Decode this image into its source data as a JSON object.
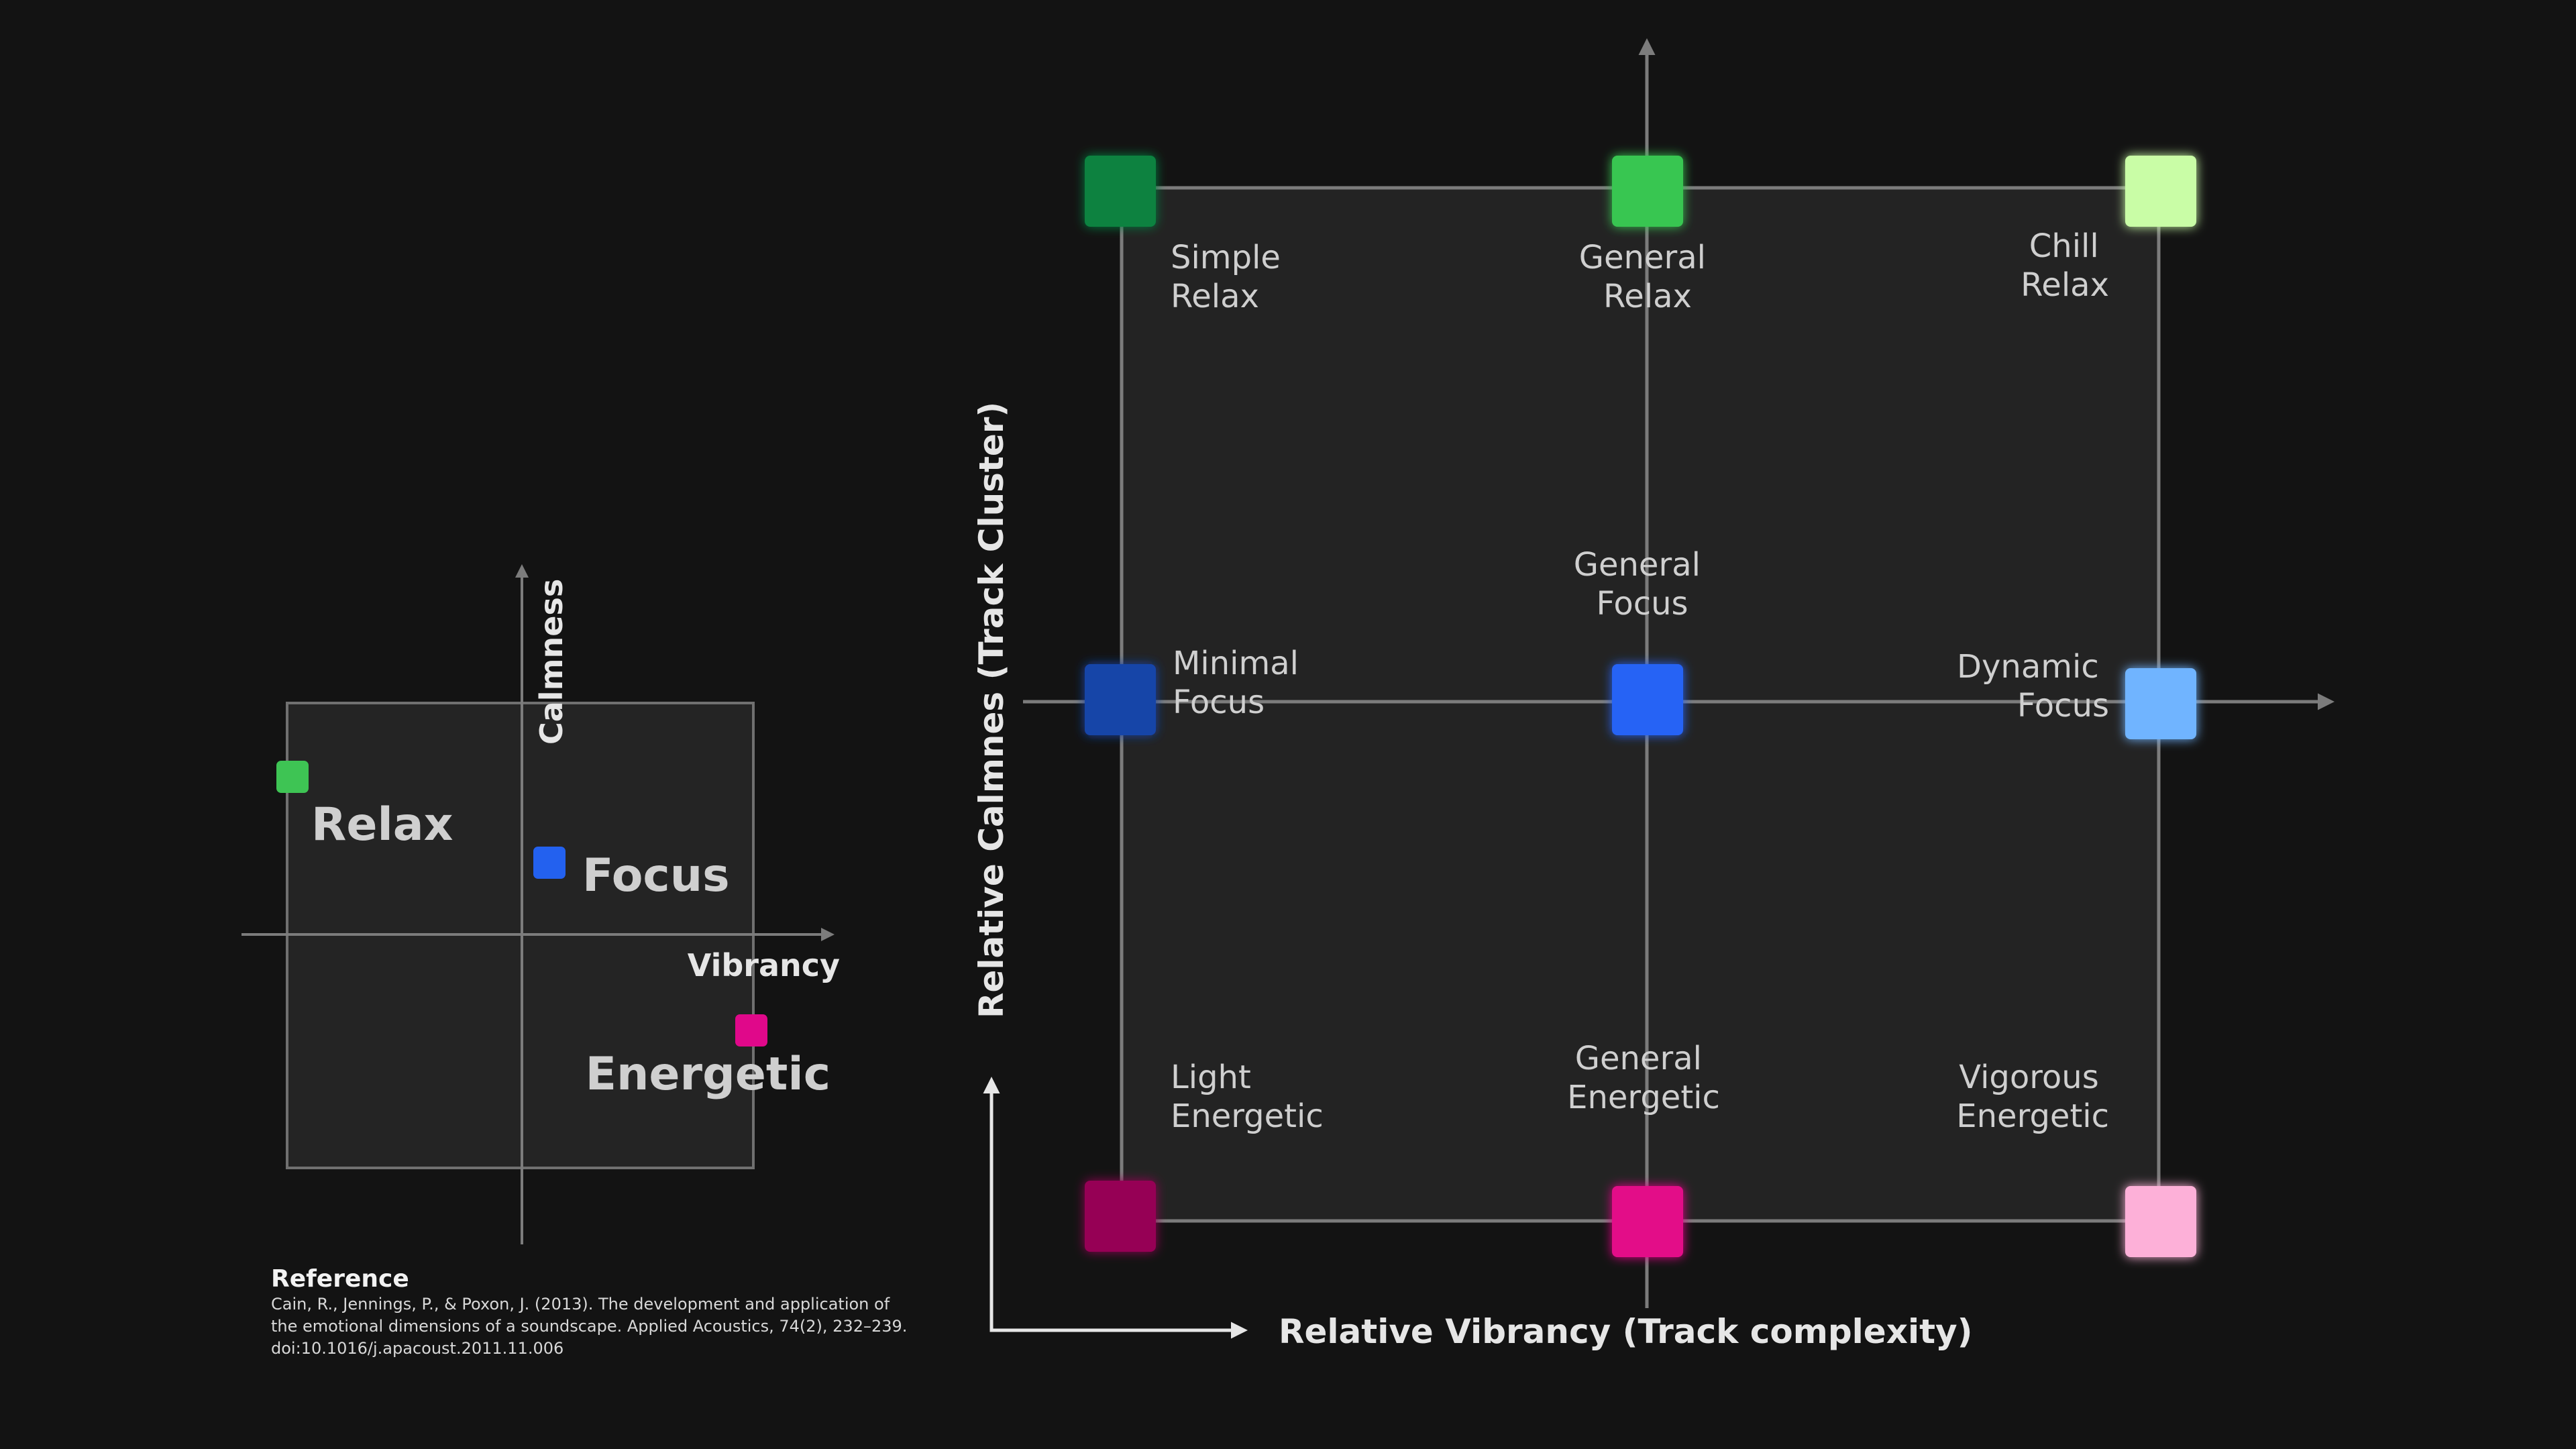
{
  "reference": {
    "heading": "Reference",
    "lines": [
      "Cain, R., Jennings, P., & Poxon, J. (2013). The development and application of",
      "the emotional dimensions of a soundscape. Applied Acoustics, 74(2), 232–239.",
      "doi:10.1016/j.apacoust.2011.11.006"
    ]
  },
  "small_map": {
    "y_axis_label": "Calmness",
    "x_axis_label": "Vibrancy",
    "moods": [
      {
        "label": "Relax",
        "color": "#3ec454"
      },
      {
        "label": "Focus",
        "color": "#2361ef"
      },
      {
        "label": "Energetic",
        "color": "#e0088a"
      }
    ]
  },
  "grid_map": {
    "y_axis_label": "Relative Calmnes (Track Cluster)",
    "x_axis_label": "Relative Vibrancy (Track complexity)",
    "cells": [
      {
        "line1": "Simple",
        "line2": "Relax",
        "color": "#078241"
      },
      {
        "line1": "General",
        "line2": "Relax",
        "color": "#39c651"
      },
      {
        "line1": "Chill",
        "line2": "Relax",
        "color": "#c9fda6"
      },
      {
        "line1": "Minimal",
        "line2": "Focus",
        "color": "#1745a8"
      },
      {
        "line1": "General",
        "line2": "Focus",
        "color": "#2564f5"
      },
      {
        "line1": "Dynamic",
        "line2": "Focus",
        "color": "#6fb4ff"
      },
      {
        "line1": "Light",
        "line2": "Energetic",
        "color": "#960654"
      },
      {
        "line1": "General",
        "line2": "Energetic",
        "color": "#e30a88"
      },
      {
        "line1": "Vigorous",
        "line2": "Energetic",
        "color": "#fdb0d8"
      }
    ]
  }
}
